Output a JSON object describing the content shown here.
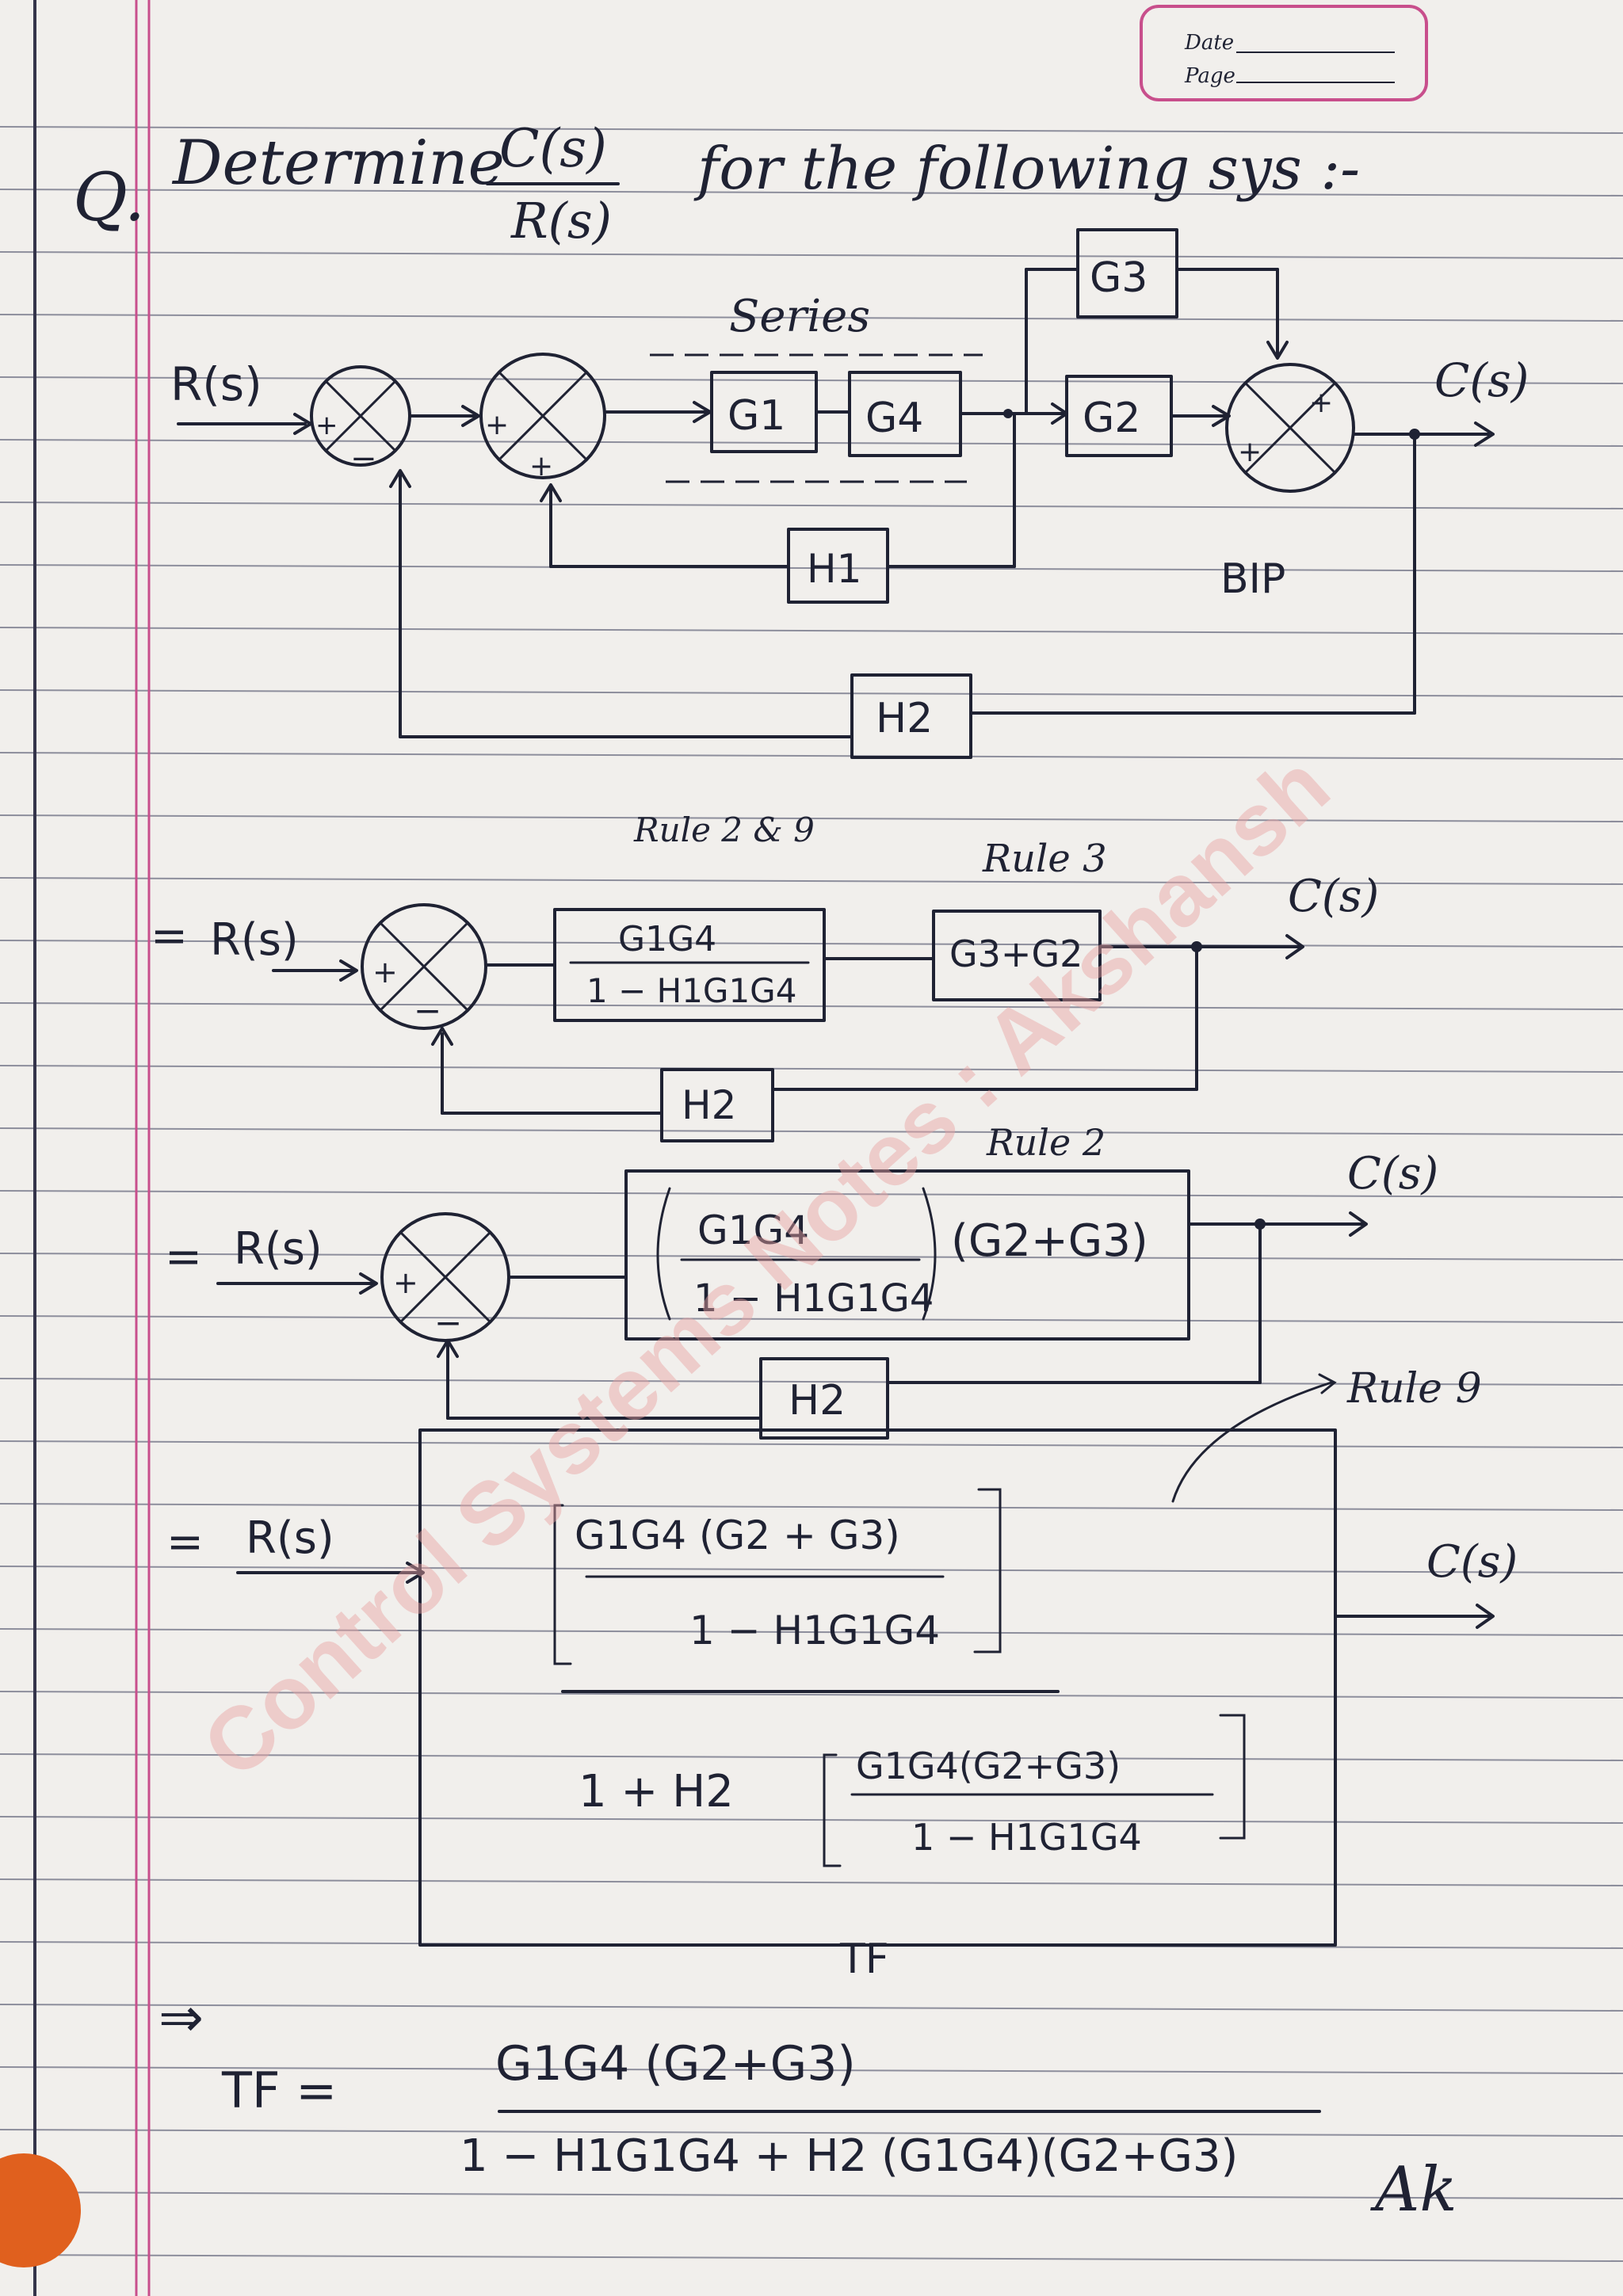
{
  "header": {
    "date_label": "Date",
    "page_label": "Page"
  },
  "question": {
    "prefix": "Q.",
    "text": "Determine",
    "numerator": "C(s)",
    "denominator": "R(s)",
    "suffix": "for the following sys :-"
  },
  "diagram1": {
    "input": "R(s)",
    "output": "C(s)",
    "series_label": "Series",
    "bip_label": "BIP",
    "blocks": [
      "G1",
      "G4",
      "G2",
      "G3",
      "H1",
      "H2"
    ],
    "signs": [
      "+",
      "−",
      "+",
      "+",
      "+",
      "+"
    ]
  },
  "step2": {
    "eq": "=",
    "input": "R(s)",
    "output": "C(s)",
    "rule_a": "Rule 2 & 9",
    "rule_b": "Rule 3",
    "block1_num": "G1G4",
    "block1_den": "1 − H1G1G4",
    "block2": "G3+G2",
    "feedback": "H2",
    "signs": [
      "+",
      "−"
    ]
  },
  "step3": {
    "eq": "=",
    "input": "R(s)",
    "output": "C(s)",
    "rule": "Rule 2",
    "block_num": "G1G4",
    "block_den": "1 − H1G1G4",
    "block_tail": "(G2+G3)",
    "feedback": "H2",
    "signs": [
      "+",
      "−"
    ]
  },
  "step4": {
    "eq": "=",
    "input": "R(s)",
    "output": "C(s)",
    "rule": "Rule 9",
    "inner_num": "G1G4 (G2 + G3)",
    "inner_den": "1 − H1G1G4",
    "den_lead": "1 + H2",
    "den_inner_num": "G1G4(G2+G3)",
    "den_inner_den": "1 − H1G1G4",
    "tf_label": "TF"
  },
  "result": {
    "arrow": "⇒",
    "lhs": "TF =",
    "numerator": "G1G4 (G2+G3)",
    "denominator": "1 − H1G1G4 + H2 (G1G4)(G2+G3)"
  },
  "watermark": "Control Systems Notes : Akshansh",
  "signature": "Ak"
}
